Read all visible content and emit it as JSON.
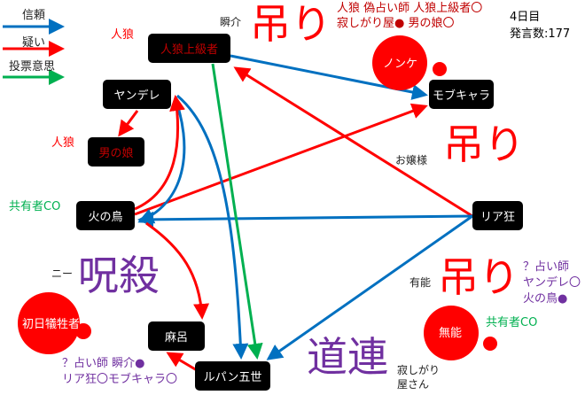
{
  "legend": {
    "trust": "信頼",
    "doubt": "疑い",
    "vote": "投票意思"
  },
  "colors": {
    "trust": "#0070c0",
    "doubt": "#ff0000",
    "vote": "#00b050",
    "purple": "#7030a0"
  },
  "status": {
    "day": "4日目",
    "posts": "発言数:177"
  },
  "nodes": {
    "upper_wolf": "人狼上級者",
    "yandere": "ヤンデレ",
    "otokonoko": "男の娘",
    "mob": "モブキャラ",
    "hinotori": "火の鳥",
    "riakyo": "リア狂",
    "first_victim": "初日犠牲者",
    "maro": "麻呂",
    "lupin": "ルパン五世",
    "nonke": "ノンケ",
    "munou": "無能"
  },
  "labels": {
    "wolf1": "人狼",
    "wolf2": "人狼",
    "hang1": "吊り",
    "hang2": "吊り",
    "hang3": "吊り",
    "curse": "呪殺",
    "michizure": "道連",
    "shunsuke": "瞬介",
    "ojousama": "お嬢様",
    "yuunou": "有能",
    "nii": "ニー",
    "sabishi1": "寂しがり",
    "sabishi2": "屋さん",
    "share1": "共有者CO",
    "share2": "共有者CO",
    "fake_seer_1": "人狼 偽占い師 人狼上級者〇",
    "fake_seer_2": "寂しがり屋● 男の娘〇",
    "seer_a_1": "？占い師",
    "seer_a_2": "ヤンデレ〇",
    "seer_a_3": "火の鳥●",
    "seer_b_1": "？占い師 瞬介●",
    "seer_b_2": "リア狂〇モブキャラ〇"
  }
}
